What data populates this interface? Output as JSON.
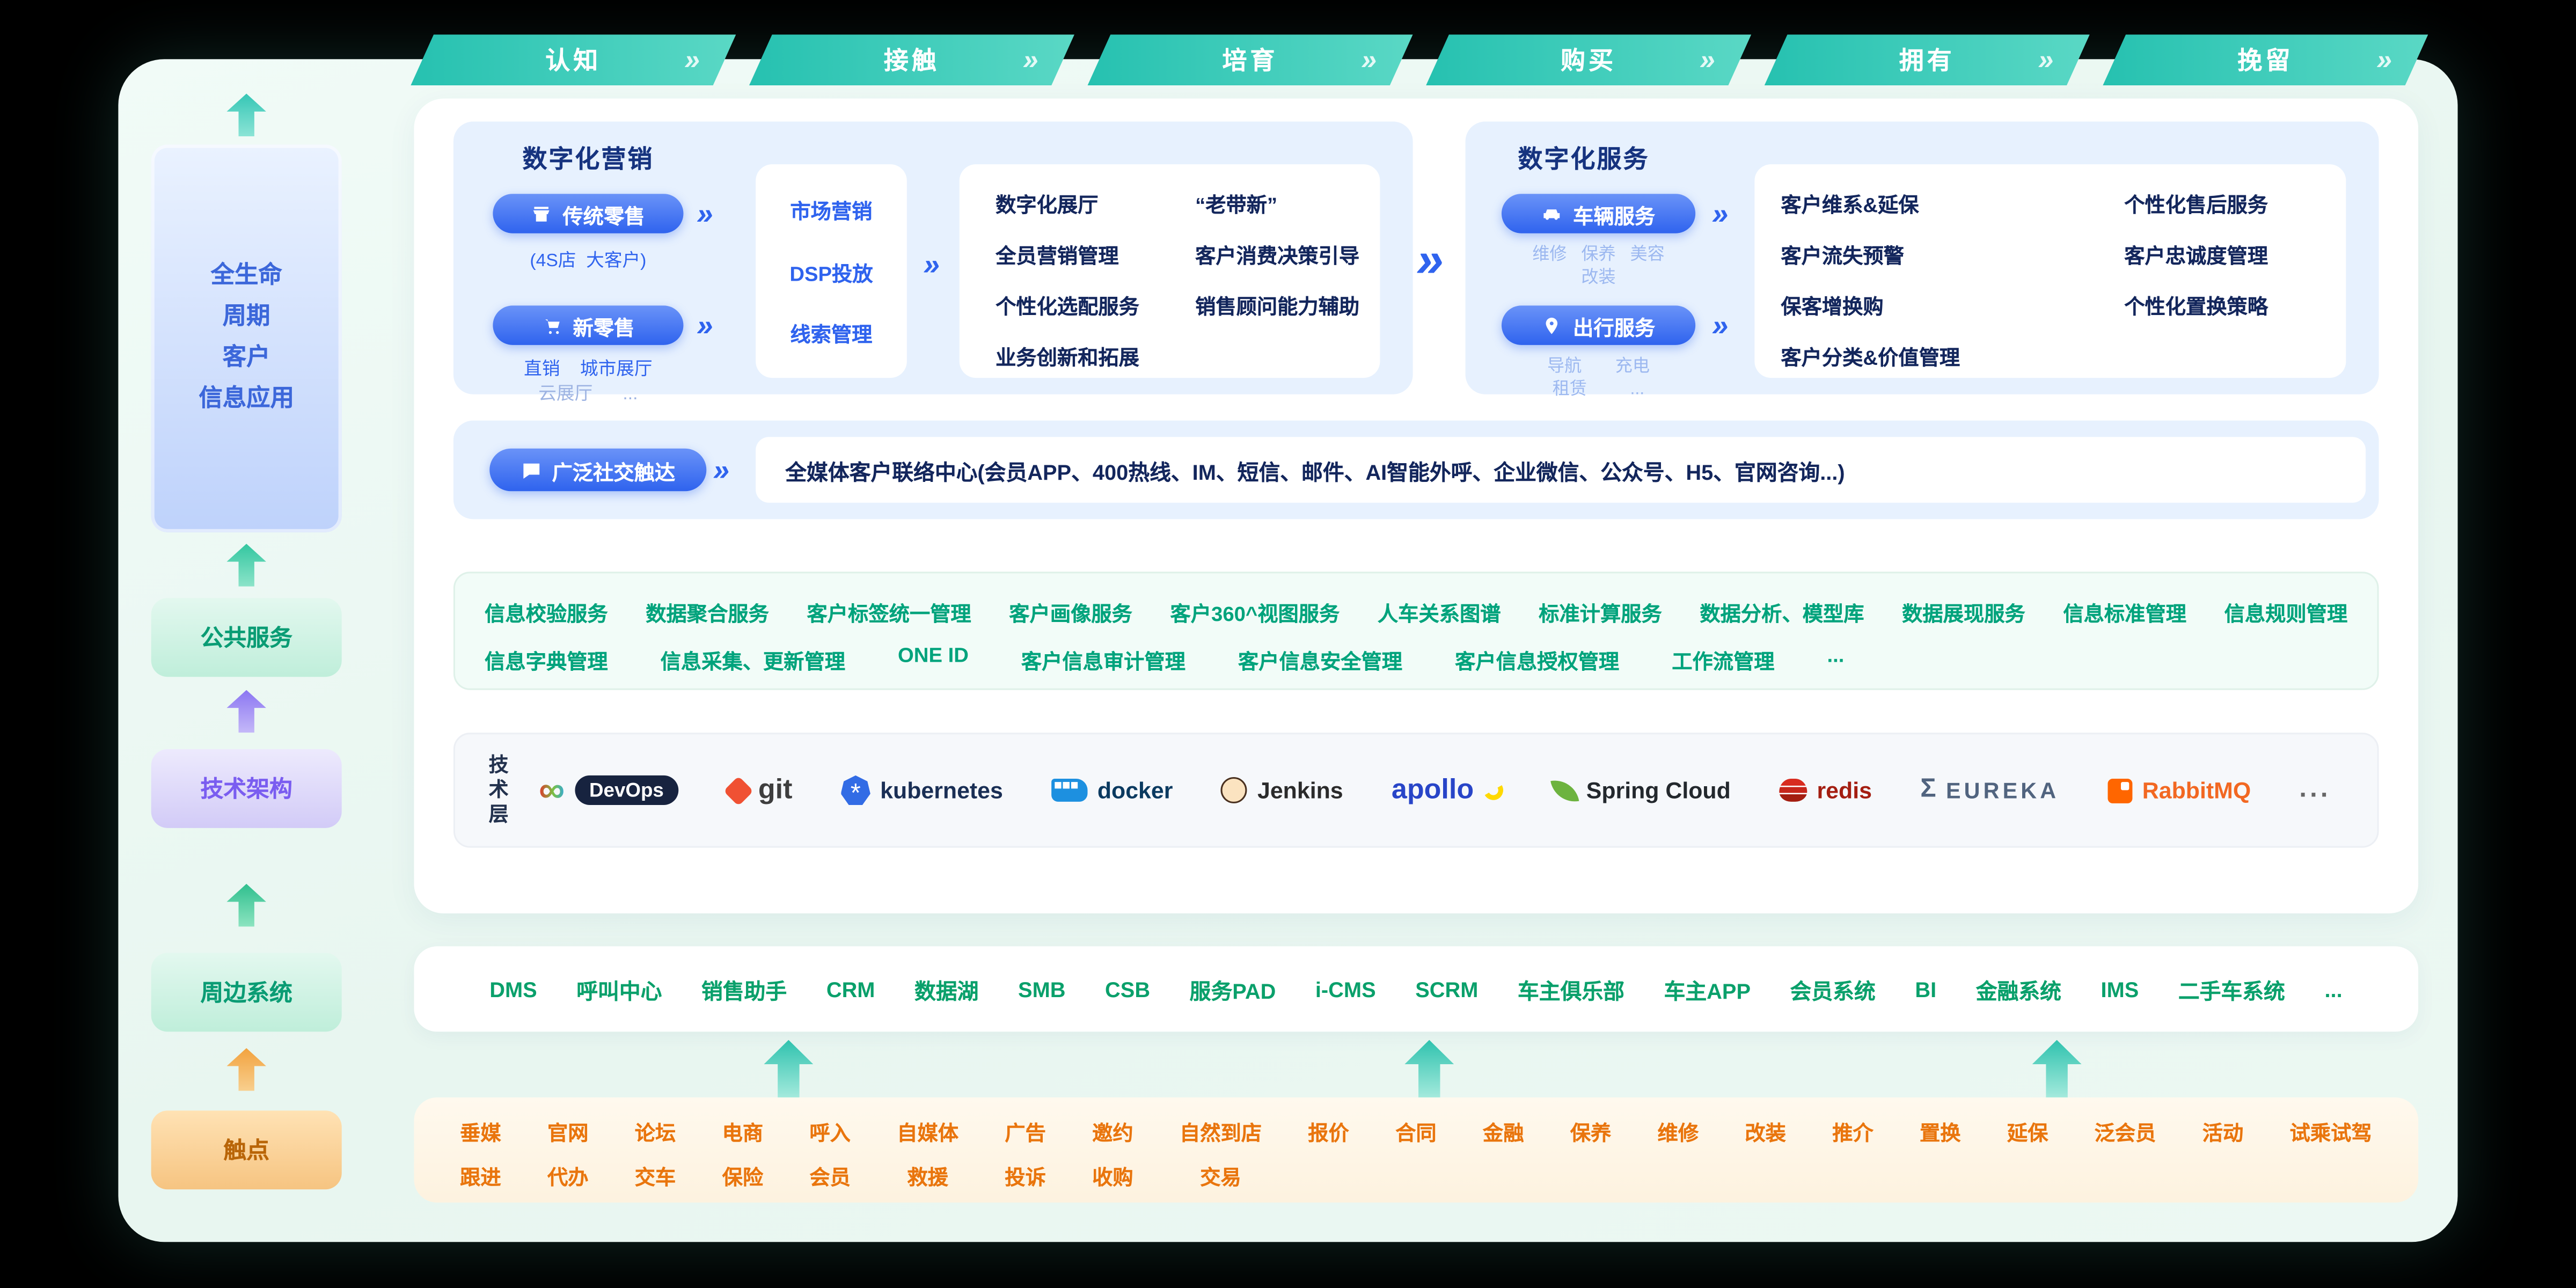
{
  "banner": {
    "stages": [
      "认知",
      "接触",
      "培育",
      "购买",
      "拥有",
      "挽留"
    ]
  },
  "sidebar": {
    "lifecycle": "全生命\n周期\n客户\n信息应用",
    "public_services": "公共服务",
    "tech_architecture": "技术架构",
    "peripheral_systems": "周边系统",
    "touchpoints": "触点"
  },
  "marketing": {
    "title": "数字化营销",
    "traditional_retail_label": "传统零售",
    "traditional_retail_sub": "(4S店  大客户)",
    "new_retail_label": "新零售",
    "new_retail_sub1": "直销    城市展厅",
    "new_retail_sub2": "云展厅      ...",
    "process_items": [
      "市场营销",
      "DSP投放",
      "线索管理"
    ],
    "features_col1": [
      "数字化展厅",
      "全员营销管理",
      "个性化选配服务",
      "业务创新和拓展"
    ],
    "features_col2": [
      "“老带新”",
      "客户消费决策引导",
      "销售顾问能力辅助"
    ]
  },
  "service": {
    "title": "数字化服务",
    "vehicle_label": "车辆服务",
    "vehicle_sub1": "维修   保养   美容",
    "vehicle_sub2": "改装",
    "travel_label": "出行服务",
    "travel_sub1": "导航       充电",
    "travel_sub2": "租赁         ...",
    "features_col1": [
      "客户维系&延保",
      "客户流失预警",
      "保客增换购",
      "客户分类&价值管理"
    ],
    "features_col2": [
      "个性化售后服务",
      "客户忠诚度管理",
      "个性化置换策略"
    ]
  },
  "social": {
    "pill_label": "广泛社交触达",
    "content": "全媒体客户联络中心(会员APP、400热线、IM、短信、邮件、AI智能外呼、企业微信、公众号、H5、官网咨询...)"
  },
  "public_services": {
    "row1": [
      "信息校验服务",
      "数据聚合服务",
      "客户标签统一管理",
      "客户画像服务",
      "客户360^视图服务",
      "人车关系图谱",
      "标准计算服务",
      "数据分析、模型库",
      "数据展现服务",
      "信息标准管理",
      "信息规则管理"
    ],
    "row2": [
      "信息字典管理",
      "信息采集、更新管理",
      "ONE ID",
      "客户信息审计管理",
      "客户信息安全管理",
      "客户信息授权管理",
      "工作流管理",
      "..."
    ]
  },
  "tech_layer": {
    "label": "技术层",
    "logos": [
      {
        "id": "devops",
        "label": "DevOps",
        "color": "#ffffff"
      },
      {
        "id": "git",
        "label": "git",
        "color": "#3e3e3e"
      },
      {
        "id": "kubernetes",
        "label": "kubernetes",
        "color": "#1a2f55"
      },
      {
        "id": "docker",
        "label": "docker",
        "color": "#0b3a60"
      },
      {
        "id": "jenkins",
        "label": "Jenkins",
        "color": "#2b2b2b"
      },
      {
        "id": "apollo",
        "label": "apollo",
        "color": "#2845c8"
      },
      {
        "id": "spring-cloud",
        "label": "Spring Cloud",
        "color": "#23282d"
      },
      {
        "id": "redis",
        "label": "redis",
        "color": "#a41e11"
      },
      {
        "id": "eureka",
        "label": "EUREKA",
        "color": "#51647f"
      },
      {
        "id": "rabbitmq",
        "label": "RabbitMQ",
        "color": "#f26822"
      },
      {
        "id": "more",
        "label": "...",
        "color": "#666666"
      }
    ]
  },
  "peripheral_systems": [
    "DMS",
    "呼叫中心",
    "销售助手",
    "CRM",
    "数据湖",
    "SMB",
    "CSB",
    "服务PAD",
    "i-CMS",
    "SCRM",
    "车主俱乐部",
    "车主APP",
    "会员系统",
    "BI",
    "金融系统",
    "IMS",
    "二手车系统",
    "..."
  ],
  "touchpoints": {
    "row1": [
      "垂媒",
      "官网",
      "论坛",
      "电商",
      "呼入",
      "自媒体",
      "广告",
      "邀约",
      "自然到店",
      "报价",
      "合同",
      "金融",
      "保养",
      "维修",
      "改装",
      "推介",
      "置换",
      "延保",
      "泛会员",
      "活动",
      "试乘试驾"
    ],
    "row2": [
      "跟进",
      "代办",
      "交车",
      "保险",
      "会员",
      "救援",
      "投诉",
      "收购",
      "交易"
    ]
  },
  "colors": {
    "banner_teal": "#2fc5b4",
    "accent_blue": "#2f63ee",
    "deep_navy": "#13265c",
    "green": "#00a37c",
    "orange": "#e9750d"
  }
}
